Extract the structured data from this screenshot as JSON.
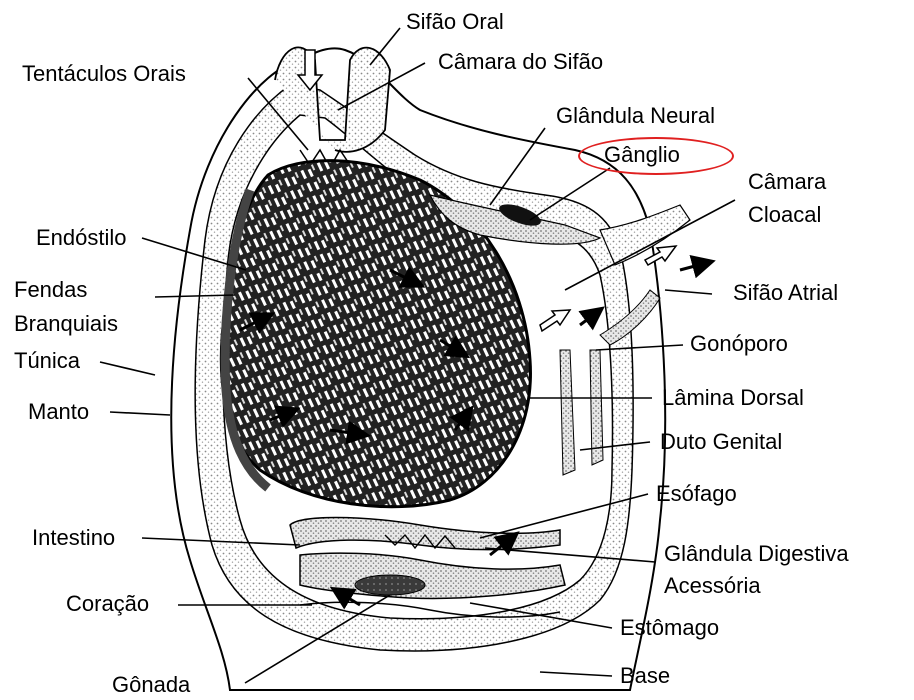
{
  "labels": {
    "sifao_oral": "Sifão Oral",
    "tentaculos_orais": "Tentáculos Orais",
    "camara_do_sifao": "Câmara do Sifão",
    "glandula_neural": "Glândula Neural",
    "ganglio": "Gânglio",
    "camara_cloacal_1": "Câmara",
    "camara_cloacal_2": "Cloacal",
    "endostilo": "Endóstilo",
    "fendas_branquiais_1": "Fendas",
    "fendas_branquiais_2": "Branquiais",
    "sifao_atrial": "Sifão Atrial",
    "tunica": "Túnica",
    "gonoporo": "Gonóporo",
    "manto": "Manto",
    "lamina_dorsal": "Lâmina Dorsal",
    "duto_genital": "Duto Genital",
    "esofago": "Esófago",
    "intestino": "Intestino",
    "glandula_digestiva_1": "Glândula Digestiva",
    "glandula_digestiva_2": "Acessória",
    "coracao": "Coração",
    "estomago": "Estômago",
    "base": "Base",
    "gonada": "Gônada"
  },
  "colors": {
    "highlight": "#e02020",
    "ink": "#000000",
    "stipple": "#9a9a9a"
  }
}
